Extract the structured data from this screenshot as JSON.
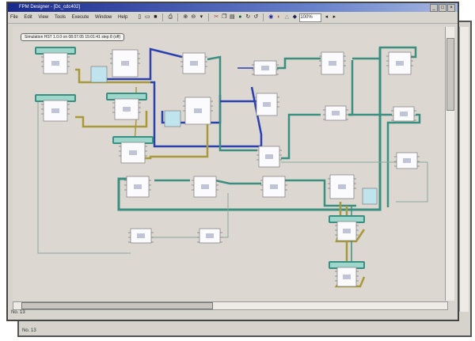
{
  "window": {
    "title": "FPM Designer - [Dc_cdc402]"
  },
  "menu": [
    "File",
    "Edit",
    "View",
    "Tools",
    "Execute",
    "Window",
    "Help"
  ],
  "toolbar": {
    "zoom_value": "100%"
  },
  "canvas": {
    "note": "Simulation HST 1.0.0 on 08.07.05 15:01:41 step 8 (off)"
  },
  "status": {
    "front": "No. 13",
    "back": "No. 13"
  },
  "colors": {
    "title_bar": "#1a2a8c",
    "wire_blue": "#2a3fb0",
    "wire_teal": "#3b8f80",
    "wire_olive": "#a89a3a",
    "block_header": "#9fd6cc",
    "info_block": "#bfe4ee"
  }
}
